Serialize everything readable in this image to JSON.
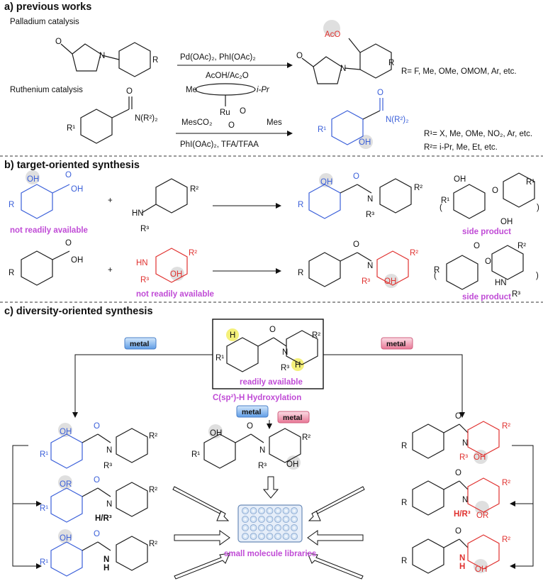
{
  "sections": {
    "a": {
      "title": "a) previous works",
      "pd_label": "Palladium catalysis",
      "ru_label": "Ruthenium catalysis",
      "pd_reagents": "Pd(OAc)₂, PhI(OAc)₂",
      "pd_solvent": "AcOH/Ac₂O",
      "pd_r_scope": "R= F, Me, OMe, OMOM, Ar, etc.",
      "ru_reagents": "PhI(OAc)₂, TFA/TFAA",
      "ru_cat_me": "Me",
      "ru_cat_ipr": "i-Pr",
      "ru_cat_mesco2": "MesCO₂",
      "ru_cat_mes": "Mes",
      "ru_cat_ru": "Ru",
      "ru_r1_scope": "R¹= X, Me, OMe, NO₂, Ar, etc.",
      "ru_r2_scope": "R²= i-Pr, Me, Et, etc."
    },
    "b": {
      "title": "b) target-oriented synthesis",
      "not_available": "not readily available",
      "side_product": "side product"
    },
    "c": {
      "title": "c) diversity-oriented synthesis",
      "metal": "metal",
      "readily_available": "readily available",
      "hydroxylation": "C(sp²)-H Hydroxylation",
      "libraries": "small molecule libraries"
    }
  },
  "atoms": {
    "R": "R",
    "R1": "R¹",
    "R2": "R²",
    "R3": "R³",
    "N": "N",
    "O": "O",
    "OH": "OH",
    "HN": "HN",
    "H": "H",
    "AcO": "AcO",
    "OR": "OR",
    "NR2": "N(R²)₂",
    "HR3": "H/R³",
    "plus": "+",
    "lp": "(",
    "rp": ")"
  },
  "colors": {
    "black": "#1a1a1a",
    "blue": "#3a5fd9",
    "red": "#e0312f",
    "purple": "#c04bd6",
    "metal_blue": "#6aa6e8",
    "metal_pink": "#ee8aa6",
    "highlight": "#f4f07a"
  }
}
